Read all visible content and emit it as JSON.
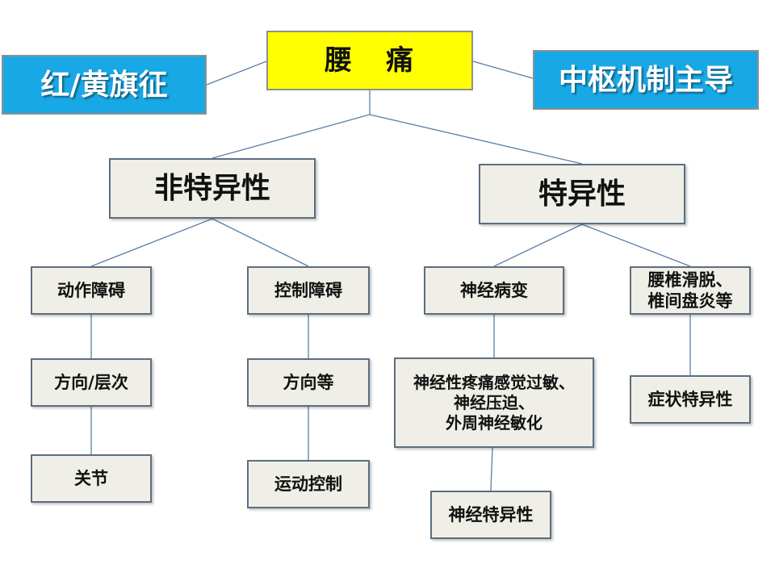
{
  "root": {
    "part1": "腰",
    "part2": "痛"
  },
  "tags": {
    "left": "红/黄旗征",
    "right": "中枢机制主导"
  },
  "branches": {
    "nonspecific": {
      "label": "非特异性",
      "motor": {
        "label": "动作障碍",
        "child": "方向/层次",
        "grandchild": "关节"
      },
      "control": {
        "label": "控制障碍",
        "child": "方向等",
        "grandchild": "运动控制"
      }
    },
    "specific": {
      "label": "特异性",
      "neuro": {
        "label": "神经病变",
        "child": [
          "神经性疼痛感觉过敏、",
          "神经压迫、",
          "外周神经敏化"
        ],
        "grandchild": "神经特异性"
      },
      "spine": {
        "label": [
          "腰椎滑脱、",
          "椎间盘炎等"
        ],
        "child": "症状特异性"
      }
    }
  }
}
